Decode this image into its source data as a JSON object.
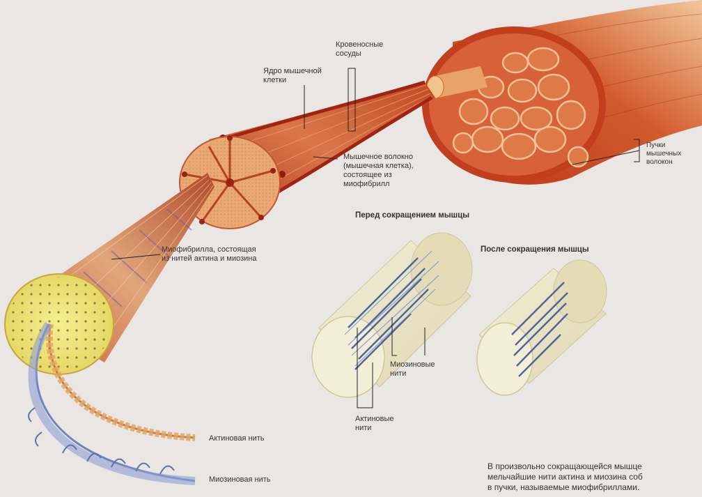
{
  "labels": {
    "blood_vessels": "Кровеносные\nсосуды",
    "nucleus": "Ядро мышечной\nклетки",
    "muscle_fiber": "Мышечное волокно\n(мышечная клетка),\nсостоящее из\nмиофибрилл",
    "fiber_bundles": "Пучки\nмышечных\nволокон",
    "myofibril": "Миофибрилла, состоящая\nиз нитей актина и миозина",
    "before": "Перед сокращением мышцы",
    "after": "После сокращения мышцы",
    "myosin_filaments": "Миозиновые\nнити",
    "actin_filaments": "Актиновые\nнити",
    "actin_thread": "Актиновая нить",
    "myosin_thread": "Миозиновая нить"
  },
  "caption": "В произвольно сокращающейся мышце\nмельчайшие нити актина и миозина соб\nв пучки, называемые миофибриллами.",
  "colors": {
    "background": "#e9e6e4",
    "muscle": "#c8421e",
    "muscle_light": "#e0894f",
    "fiber_inner": "#f2c58e",
    "myofibril_face": "#f0e77a",
    "filament_dark": "#5a6ea8",
    "actin": "#d08a4a",
    "myosin": "#7f93c8",
    "cylinder": "#ece7c6"
  }
}
